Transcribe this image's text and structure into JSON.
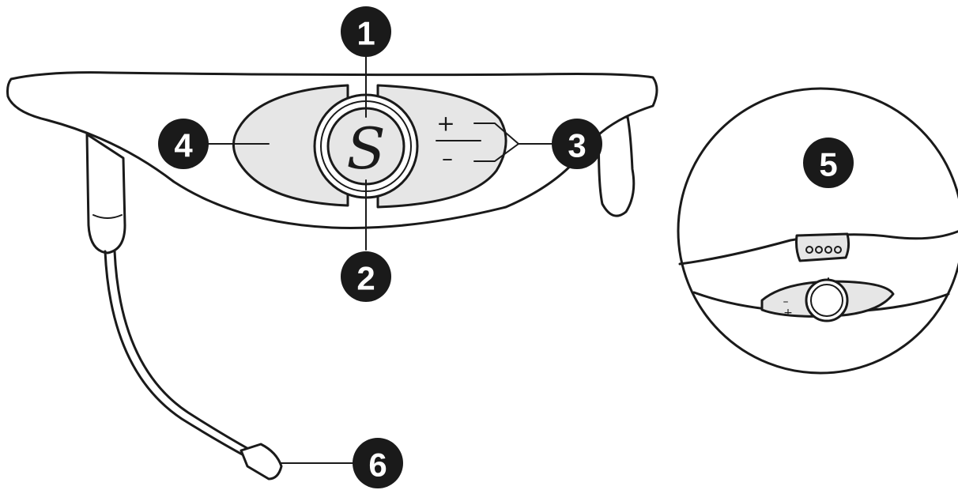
{
  "callouts": [
    {
      "id": "1",
      "label": "1"
    },
    {
      "id": "2",
      "label": "2"
    },
    {
      "id": "3",
      "label": "3"
    },
    {
      "id": "4",
      "label": "4"
    },
    {
      "id": "5",
      "label": "5"
    },
    {
      "id": "6",
      "label": "6"
    }
  ],
  "device": {
    "logo_letter": "S",
    "volume_plus": "+",
    "volume_minus": "–"
  },
  "detail_view": {
    "volume_plus": "+",
    "volume_minus": "–"
  },
  "colors": {
    "ink": "#1a1a1a",
    "panel": "#e6e6e6",
    "background": "#ffffff"
  }
}
